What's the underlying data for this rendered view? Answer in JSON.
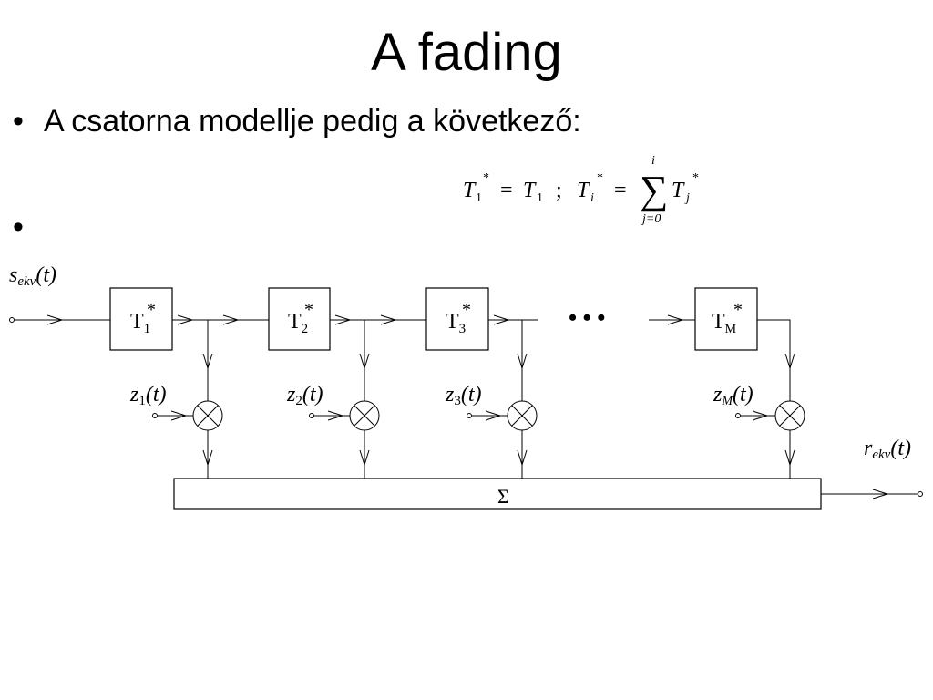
{
  "slide": {
    "title": "A fading",
    "bullets": [
      {
        "bullet": "•",
        "text": "A csatorna modellje pedig a következő:"
      },
      {
        "bullet": "•",
        "text": ""
      }
    ]
  },
  "formula": {
    "T": "T",
    "star": "*",
    "sub_1": "1",
    "sub_i": "i",
    "sub_j": "j",
    "equals": "=",
    "separator": ";",
    "sum_symbol": "∑",
    "sum_upper": "i",
    "sum_lower": "j=0"
  },
  "diagram": {
    "input_label": {
      "base": "s",
      "sub": "ekv",
      "arg": "(t)"
    },
    "output_label": {
      "base": "r",
      "sub": "ekv",
      "arg": "(t)"
    },
    "delay_blocks": [
      {
        "base": "T",
        "sub": "1",
        "sup": "*"
      },
      {
        "base": "T",
        "sub": "2",
        "sup": "*"
      },
      {
        "base": "T",
        "sub": "3",
        "sup": "*"
      },
      {
        "base": "T",
        "sub": "M",
        "sup": "*"
      }
    ],
    "tap_weights": [
      {
        "base": "z",
        "sub": "1",
        "arg": "(t)"
      },
      {
        "base": "z",
        "sub": "2",
        "arg": "(t)"
      },
      {
        "base": "z",
        "sub": "3",
        "arg": "(t)"
      },
      {
        "base": "z",
        "sub": "M",
        "arg": "(t)"
      }
    ],
    "ellipsis": "• • •",
    "summer_symbol": "Σ"
  }
}
